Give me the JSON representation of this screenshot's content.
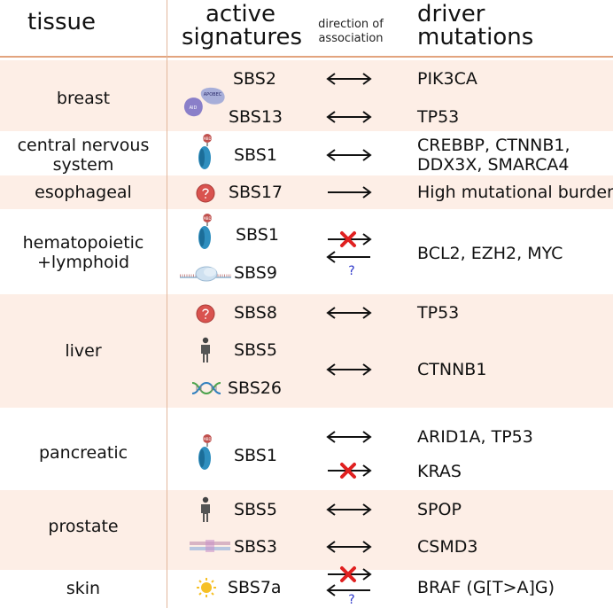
{
  "headers": {
    "tissue": "tissue",
    "signatures": [
      "active",
      "signatures"
    ],
    "direction": [
      "direction of",
      "association"
    ],
    "drivers": [
      "driver",
      "mutations"
    ]
  },
  "rows": [
    {
      "tissue": [
        "breast"
      ],
      "signatures": [
        {
          "name": "SBS2",
          "icon": "apobec-aid-enzyme-icon",
          "arrow": "bidirectional",
          "drivers": "PIK3CA"
        },
        {
          "name": "SBS13",
          "icon": "",
          "arrow": "bidirectional",
          "drivers": "TP53"
        }
      ]
    },
    {
      "tissue": [
        "central nervous",
        "system"
      ],
      "signatures": [
        {
          "name": "SBS1",
          "icon": "methylation-enzyme-icon",
          "arrow": "bidirectional",
          "drivers": [
            "CREBBP, CTNNB1,",
            "DDX3X, SMARCA4"
          ]
        }
      ]
    },
    {
      "tissue": [
        "esophageal"
      ],
      "signatures": [
        {
          "name": "SBS17",
          "icon": "unknown-etiology-icon",
          "arrow": "right",
          "drivers": "High mutational burden"
        }
      ]
    },
    {
      "tissue": [
        "hematopoietic",
        "+lymphoid"
      ],
      "signatures": [
        {
          "name": "SBS1",
          "icon": "methylation-enzyme-icon"
        },
        {
          "name": "SBS9",
          "icon": "polymerase-eta-icon"
        }
      ],
      "arrow": "crossed-right-uncertain-left",
      "drivers": "BCL2, EZH2, MYC",
      "uncertain_mark": "?"
    },
    {
      "tissue": [
        "liver"
      ],
      "signatures": [
        {
          "name": "SBS8",
          "icon": "unknown-etiology-icon",
          "arrow": "bidirectional",
          "drivers": "TP53"
        },
        {
          "name": "SBS5",
          "icon": "aging-person-icon"
        },
        {
          "name": "SBS26",
          "icon": "dna-helix-icon"
        }
      ],
      "grouped_arrow": "bidirectional",
      "grouped_drivers": "CTNNB1"
    },
    {
      "tissue": [
        "pancreatic"
      ],
      "signatures": [
        {
          "name": "SBS1",
          "icon": "methylation-enzyme-icon"
        }
      ],
      "associations": [
        {
          "arrow": "bidirectional",
          "drivers": "ARID1A, TP53"
        },
        {
          "arrow": "crossed-right",
          "drivers": "KRAS"
        }
      ]
    },
    {
      "tissue": [
        "prostate"
      ],
      "signatures": [
        {
          "name": "SBS5",
          "icon": "aging-person-icon",
          "arrow": "bidirectional",
          "drivers": "SPOP"
        },
        {
          "name": "SBS3",
          "icon": "homologous-recombination-icon",
          "arrow": "bidirectional",
          "drivers": "CSMD3"
        }
      ]
    },
    {
      "tissue": [
        "skin"
      ],
      "signatures": [
        {
          "name": "SBS7a",
          "icon": "sun-uv-icon"
        }
      ],
      "arrow": "crossed-right-uncertain-left",
      "drivers": "BRAF (G[T>A]G)",
      "uncertain_mark": "?"
    }
  ],
  "icon_labels": {
    "aid": "AID",
    "apobec": "APOBEC",
    "mbd": "MBD"
  },
  "colors": {
    "band": "#fdeee6",
    "divider": "#e2a47e",
    "cross": "#e02020",
    "question": "#2b35c9",
    "unknown_icon": "#d9534f"
  }
}
